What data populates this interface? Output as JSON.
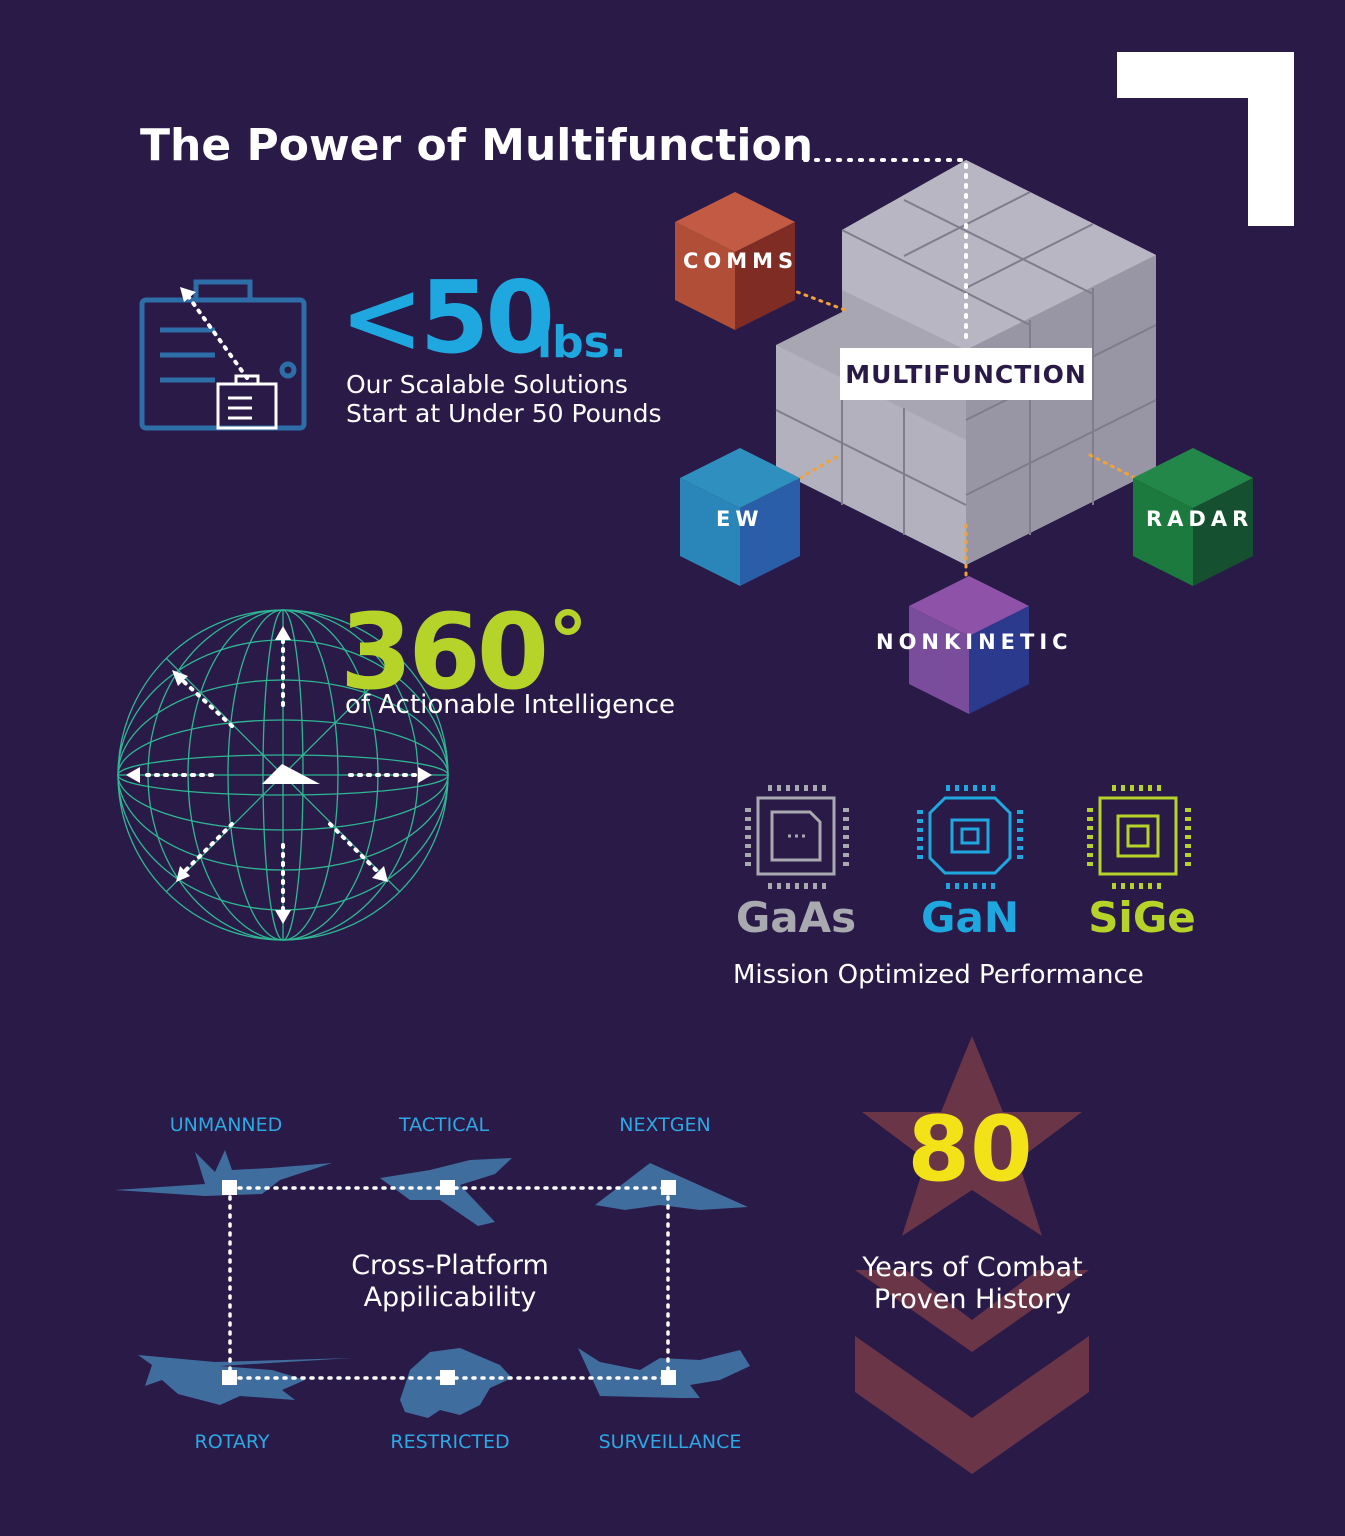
{
  "title": "The Power of Multifunction",
  "weight": {
    "value": "<50",
    "unit": "lbs.",
    "description_line1": "Our Scalable Solutions",
    "description_line2": "Start at Under 50 Pounds"
  },
  "coverage": {
    "value": "360",
    "symbol": "°",
    "description": "of Actionable Intelligence"
  },
  "functions": {
    "center": "MULTIFUNCTION",
    "comms": "COMMS",
    "ew": "EW",
    "radar": "RADAR",
    "nonkinetic": "NONKINETIC"
  },
  "semiconductors": {
    "gaas": "GaAs",
    "gan": "GaN",
    "sige": "SiGe",
    "caption": "Mission Optimized Performance"
  },
  "platforms": {
    "unmanned": "UNMANNED",
    "tactical": "TACTICAL",
    "nextgen": "NEXTGEN",
    "rotary": "ROTARY",
    "restricted": "RESTRICTED",
    "surveillance": "SURVEILLANCE",
    "caption_line1": "Cross-Platform",
    "caption_line2": "Appilicability"
  },
  "history": {
    "value": "80",
    "line1": "Years of Combat",
    "line2": "Proven History"
  },
  "colors": {
    "background": "#2a1a48",
    "blue": "#1fa8e0",
    "green": "#b6d32a",
    "yellow": "#f2e218",
    "gray": "#a9a9b0",
    "comms": "#b24a34",
    "ew": "#2a86b8",
    "radar": "#1c7a3e",
    "nonkinetic": "#5a4aa8",
    "star": "#6b3548"
  },
  "icons": [
    "corner-bracket-icon",
    "toolbox-icon",
    "globe-icon",
    "plane-icon",
    "chip-icon",
    "star-icon",
    "chevron-icon",
    "drone-icon",
    "jet-icon",
    "stealth-icon",
    "helicopter-icon",
    "eagle-icon",
    "surveillance-plane-icon"
  ]
}
